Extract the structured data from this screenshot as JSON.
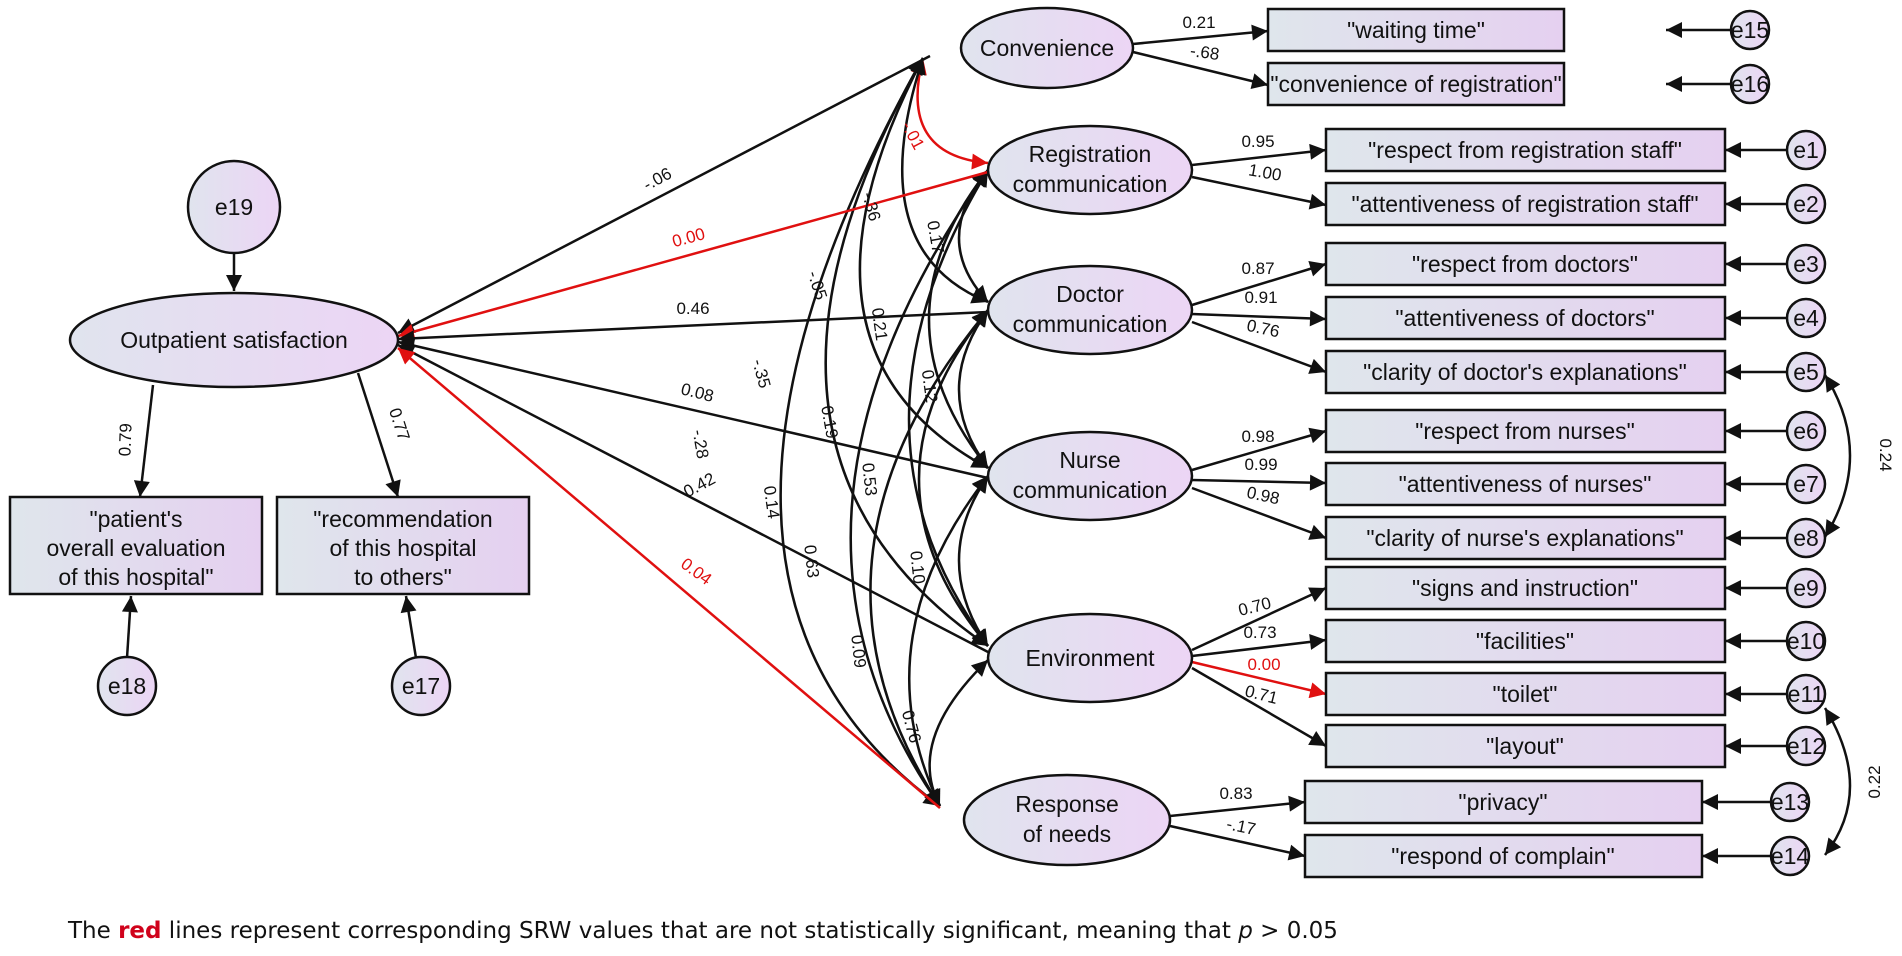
{
  "colors": {
    "line": "#111111",
    "nonsig": "#e01010",
    "fill_a": "#dde3ec",
    "fill_b": "#ead5f3"
  },
  "latents": {
    "outpatient": [
      "Outpatient satisfaction"
    ],
    "convenience": [
      "Convenience"
    ],
    "registration": [
      "Registration",
      "communication"
    ],
    "doctor": [
      "Doctor",
      "communication"
    ],
    "nurse": [
      "Nurse",
      "communication"
    ],
    "environment": [
      "Environment"
    ],
    "response": [
      "Response",
      "of needs"
    ]
  },
  "indicators": {
    "waiting": "\"waiting time\"",
    "conv_reg": "\"convenience of registration\"",
    "resp_reg": "\"respect from registration staff\"",
    "att_reg": "\"attentiveness of registration staff\"",
    "resp_doc": "\"respect from doctors\"",
    "att_doc": "\"attentiveness of doctors\"",
    "clar_doc": "\"clarity of doctor's explanations\"",
    "resp_nur": "\"respect from nurses\"",
    "att_nur": "\"attentiveness of nurses\"",
    "clar_nur": "\"clarity of nurse's explanations\"",
    "signs": "\"signs and instruction\"",
    "facilities": "\"facilities\"",
    "toilet": "\"toilet\"",
    "layout": "\"layout\"",
    "privacy": "\"privacy\"",
    "complain": "\"respond of complain\"",
    "overall": [
      "\"patient's",
      "overall evaluation",
      "of this hospital\""
    ],
    "recommend": [
      "\"recommendation",
      "of this hospital",
      "to others\""
    ]
  },
  "errors": {
    "e1": "e1",
    "e2": "e2",
    "e3": "e3",
    "e4": "e4",
    "e5": "e5",
    "e6": "e6",
    "e7": "e7",
    "e8": "e8",
    "e9": "e9",
    "e10": "e10",
    "e11": "e11",
    "e12": "e12",
    "e13": "e13",
    "e14": "e14",
    "e15": "e15",
    "e16": "e16",
    "e17": "e17",
    "e18": "e18",
    "e19": "e19"
  },
  "paths": {
    "conv_out": "-.06",
    "reg_out": "0.00",
    "doc_out": "0.46",
    "nur_out": "0.08",
    "env_out": "0.42",
    "resp_out": "0.04",
    "out_overall": "0.79",
    "out_recommend": "0.77"
  },
  "loadings": {
    "waiting": "0.21",
    "conv_reg": "-.68",
    "resp_reg": "0.95",
    "att_reg": "1.00",
    "resp_doc": "0.87",
    "att_doc": "0.91",
    "clar_doc": "0.76",
    "resp_nur": "0.98",
    "att_nur": "0.99",
    "clar_nur": "0.98",
    "signs": "0.70",
    "facilities": "0.73",
    "toilet": "0.00",
    "layout": "0.71",
    "privacy": "0.83",
    "complain": "-.17"
  },
  "correlations": {
    "conv_reg": "-.01",
    "conv_doc": "-.36",
    "conv_nur": "-.05",
    "conv_env": "-.35",
    "conv_resp": "-.28",
    "reg_doc": "0.17",
    "reg_nur": "0.21",
    "reg_env": "0.19",
    "reg_resp": "0.14",
    "doc_nur": "0.12",
    "doc_env": "0.53",
    "doc_resp": "0.63",
    "nur_env": "0.10",
    "nur_resp": "0.09",
    "env_resp": "0.76",
    "e5_e8": "0.24",
    "e11_e14": "0.22"
  },
  "note": {
    "before": "The ",
    "red_word": "red",
    "middle": " lines represent corresponding SRW values that are not statistically significant, meaning that ",
    "p": "p",
    "after": " > 0.05"
  }
}
